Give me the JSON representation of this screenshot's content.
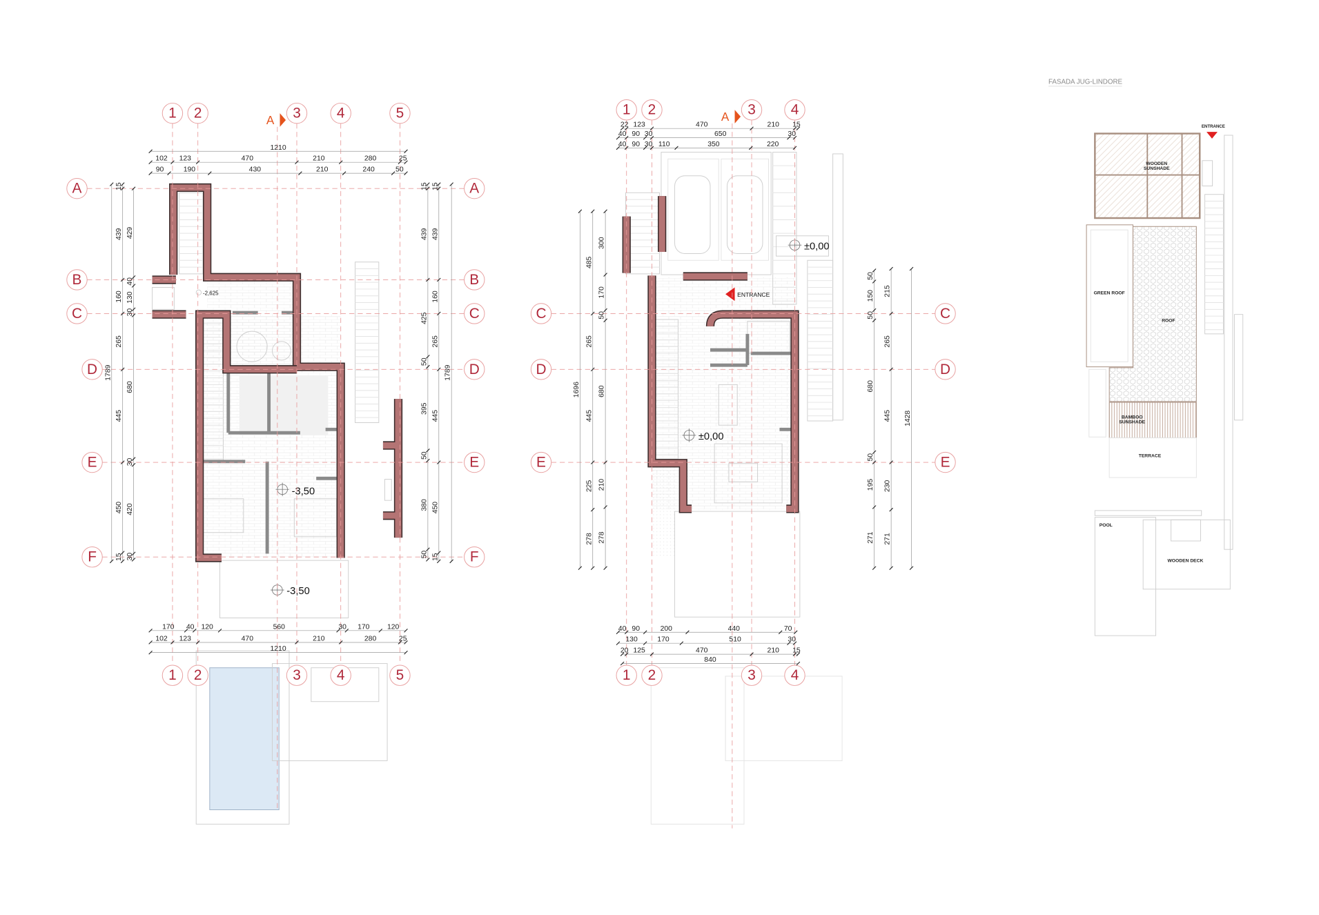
{
  "sheet_title": "FASADA JUG-LINDORE",
  "colors": {
    "wall": "#b47474",
    "grid": "#e89a9a",
    "grid_label": "#b0283a",
    "section_marker": "#e5531c",
    "entrance_arrow": "#e02020",
    "sunshade": "#b89a88",
    "pool": "#dce9f5"
  },
  "plan1": {
    "columns": [
      "1",
      "2",
      "3",
      "4",
      "5"
    ],
    "rows": [
      "A",
      "B",
      "C",
      "D",
      "E",
      "F"
    ],
    "section_label": "A",
    "levels": {
      "stair": "-2,625",
      "interior": "-3,50",
      "terrace": "-3,50"
    },
    "dims_top": {
      "total": [
        "1210"
      ],
      "axes": [
        "102",
        "123",
        "470",
        "210",
        "280",
        "25"
      ],
      "openings": [
        "90",
        "190",
        "430",
        "210",
        "240",
        "50"
      ]
    },
    "dims_bottom": {
      "openings": [
        "170",
        "40",
        "120",
        "560",
        "30",
        "170",
        "120"
      ],
      "axes": [
        "102",
        "123",
        "470",
        "210",
        "280",
        "25"
      ],
      "total": [
        "1210"
      ]
    },
    "dims_left": {
      "total": [
        "1789"
      ],
      "axes": [
        "15",
        "439",
        "160",
        "265",
        "445",
        "450",
        "15"
      ],
      "openings": [
        "429",
        "40",
        "130",
        "30",
        "680",
        "30",
        "420",
        "30"
      ]
    },
    "dims_right": {
      "openings": [
        "15",
        "439",
        "425",
        "50",
        "395",
        "50",
        "380",
        "50"
      ],
      "axes": [
        "15",
        "439",
        "160",
        "265",
        "445",
        "450",
        "15"
      ],
      "total": [
        "1789"
      ]
    }
  },
  "plan2": {
    "columns": [
      "1",
      "2",
      "3",
      "4"
    ],
    "rows": [
      "C",
      "D",
      "E"
    ],
    "section_label": "A",
    "levels": {
      "parking": "±0,00",
      "living": "±0,00"
    },
    "entrance_label": "ENTRANCE",
    "dims_top": {
      "axes": [
        "22",
        "123",
        "470",
        "210",
        "15"
      ],
      "mid": [
        "40",
        "90",
        "30",
        "650",
        "30"
      ],
      "openings": [
        "40",
        "90",
        "30",
        "110",
        "350",
        "220"
      ]
    },
    "dims_bottom": {
      "openings": [
        "40",
        "90",
        "200",
        "440",
        "70"
      ],
      "mid": [
        "130",
        "170",
        "510",
        "30"
      ],
      "axes": [
        "20",
        "125",
        "470",
        "210",
        "15"
      ],
      "total": [
        "840"
      ]
    },
    "dims_left": {
      "total": [
        "1696"
      ],
      "axes": [
        "485",
        "265",
        "445",
        "225",
        "278"
      ],
      "openings": [
        "300",
        "170",
        "50",
        "680",
        "210",
        "278"
      ]
    },
    "dims_right": {
      "openings": [
        "50",
        "150",
        "50",
        "680",
        "50",
        "195",
        "271"
      ],
      "axes": [
        "215",
        "265",
        "445",
        "230",
        "271"
      ],
      "total": [
        "1428"
      ]
    }
  },
  "roof_plan": {
    "entrance_label": "ENTRANCE",
    "labels": {
      "wooden_sunshade": "WOODEN SUNSHADE",
      "green_roof": "GREEN ROOF",
      "roof": "ROOF",
      "bamboo_sunshade": "BAMBOO SUNSHADE",
      "terrace": "TERRACE",
      "pool": "POOL",
      "wooden_deck": "WOODEN DECK"
    }
  }
}
